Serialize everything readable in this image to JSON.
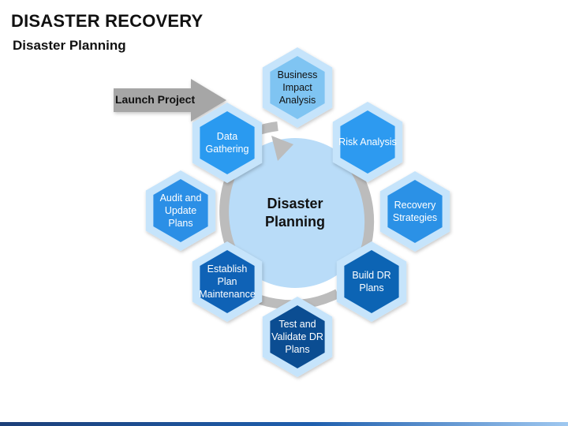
{
  "header": {
    "title": "DISASTER RECOVERY",
    "subtitle": "Disaster Planning"
  },
  "launch": {
    "label": "Launch Project"
  },
  "center": {
    "label": "Disaster\nPlanning"
  },
  "colors": {
    "hex_outer": "#c6e4fb",
    "center_circle": "#b9dcf8",
    "ring_arrow": "#bcbcbc",
    "launch_arrow": "#a6a6a6"
  },
  "steps": [
    {
      "label": "Business Impact Analysis",
      "fill": "#7fc4f2",
      "text_color": "#111111"
    },
    {
      "label": "Risk Analysis",
      "fill": "#2d9af0",
      "text_color": "#ffffff"
    },
    {
      "label": "Recovery Strategies",
      "fill": "#2b91e6",
      "text_color": "#ffffff"
    },
    {
      "label": "Build DR Plans",
      "fill": "#0c64b4",
      "text_color": "#ffffff"
    },
    {
      "label": "Test and Validate DR Plans",
      "fill": "#0b4d92",
      "text_color": "#ffffff"
    },
    {
      "label": "Establish Plan Maintenance",
      "fill": "#0f62b6",
      "text_color": "#ffffff"
    },
    {
      "label": "Audit and Update Plans",
      "fill": "#2b8fe6",
      "text_color": "#ffffff"
    },
    {
      "label": "Data Gathering",
      "fill": "#2a9af0",
      "text_color": "#ffffff"
    }
  ]
}
